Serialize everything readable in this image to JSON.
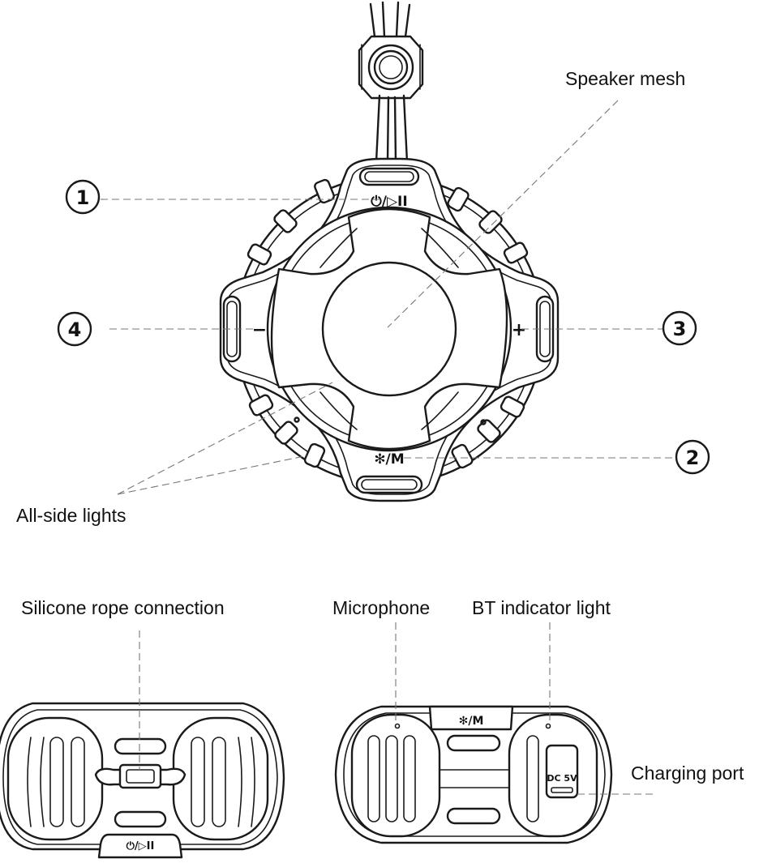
{
  "callouts": {
    "speaker_mesh": "Speaker mesh",
    "all_side_lights": "All-side lights",
    "silicone_rope": "Silicone rope connection",
    "microphone": "Microphone",
    "bt_indicator": "BT indicator light",
    "charging_port": "Charging port"
  },
  "numbered_buttons": [
    {
      "number": "1",
      "symbol": "⏻/▷II"
    },
    {
      "number": "2",
      "symbol": "✻/M"
    },
    {
      "number": "3",
      "symbol": "+"
    },
    {
      "number": "4",
      "symbol": "−"
    }
  ],
  "port_marking": "DC 5V",
  "side_view_symbols": {
    "bottom_left": "⏻/▷II",
    "top_right": "✻/M"
  }
}
